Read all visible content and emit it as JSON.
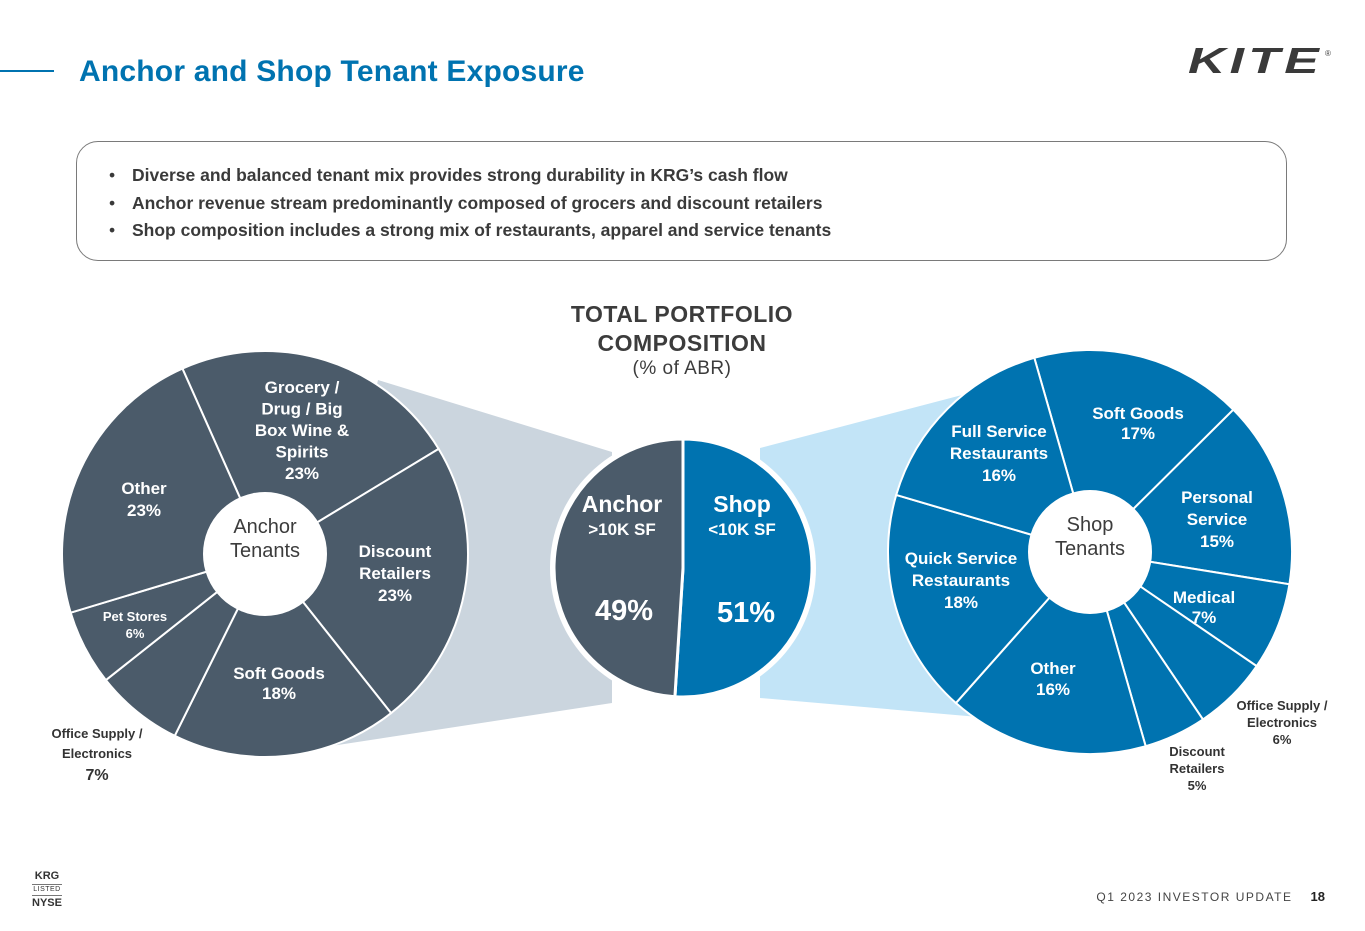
{
  "header": {
    "title": "Anchor and Shop Tenant Exposure",
    "logo_text": "KITE",
    "logo_mark": "®"
  },
  "callout": {
    "bullets": [
      "Diverse and balanced tenant mix provides strong durability in KRG’s cash flow",
      "Anchor revenue stream predominantly composed of grocers and discount retailers",
      "Shop composition includes a strong mix of restaurants, apparel and service tenants"
    ]
  },
  "center_title": {
    "line1": "TOTAL PORTFOLIO",
    "line2": "COMPOSITION",
    "sub": "(% of ABR)"
  },
  "colors": {
    "anchor": "#4b5b6a",
    "shop": "#0073b0",
    "anchor_connector": "#cbd5de",
    "shop_connector": "#c2e4f7",
    "title": "#0073b0",
    "text": "#3c3c3c"
  },
  "chart_data": [
    {
      "type": "pie",
      "id": "total",
      "slices": [
        {
          "name": "Anchor",
          "sublabel": ">10K SF",
          "value": 49,
          "label": "49%",
          "color": "#4b5b6a"
        },
        {
          "name": "Shop",
          "sublabel": "<10K SF",
          "value": 51,
          "label": "51%",
          "color": "#0073b0"
        }
      ]
    },
    {
      "type": "pie",
      "id": "anchor",
      "center_label": [
        "Anchor",
        "Tenants"
      ],
      "slices": [
        {
          "name": "Grocery / Drug / Big Box Wine & Spirits",
          "lines": [
            "Grocery /",
            "Drug / Big",
            "Box Wine &",
            "Spirits"
          ],
          "value": 23,
          "label": "23%"
        },
        {
          "name": "Discount Retailers",
          "lines": [
            "Discount",
            "Retailers"
          ],
          "value": 23,
          "label": "23%"
        },
        {
          "name": "Soft Goods",
          "lines": [
            "Soft Goods"
          ],
          "value": 18,
          "label": "18%"
        },
        {
          "name": "Office Supply / Electronics",
          "lines": [
            "Office Supply /",
            "Electronics"
          ],
          "value": 7,
          "label": "7%",
          "outside": true
        },
        {
          "name": "Pet Stores",
          "lines": [
            "Pet Stores"
          ],
          "value": 6,
          "label": "6%"
        },
        {
          "name": "Other",
          "lines": [
            "Other"
          ],
          "value": 23,
          "label": "23%"
        }
      ]
    },
    {
      "type": "pie",
      "id": "shop",
      "center_label": [
        "Shop",
        "Tenants"
      ],
      "slices": [
        {
          "name": "Soft Goods",
          "lines": [
            "Soft Goods"
          ],
          "value": 17,
          "label": "17%"
        },
        {
          "name": "Personal Service",
          "lines": [
            "Personal",
            "Service"
          ],
          "value": 15,
          "label": "15%"
        },
        {
          "name": "Medical",
          "lines": [
            "Medical"
          ],
          "value": 7,
          "label": "7%"
        },
        {
          "name": "Office Supply / Electronics",
          "lines": [
            "Office Supply /",
            "Electronics"
          ],
          "value": 6,
          "label": "6%",
          "outside": true
        },
        {
          "name": "Discount Retailers",
          "lines": [
            "Discount",
            "Retailers"
          ],
          "value": 5,
          "label": "5%",
          "outside": true
        },
        {
          "name": "Other",
          "lines": [
            "Other"
          ],
          "value": 16,
          "label": "16%"
        },
        {
          "name": "Quick Service Restaurants",
          "lines": [
            "Quick Service",
            "Restaurants"
          ],
          "value": 18,
          "label": "18%"
        },
        {
          "name": "Full Service Restaurants",
          "lines": [
            "Full Service",
            "Restaurants"
          ],
          "value": 16,
          "label": "16%"
        }
      ]
    }
  ],
  "footer": {
    "ticker": "KRG",
    "listed": "LISTED",
    "exchange": "NYSE",
    "doc": "Q1 2023 INVESTOR UPDATE",
    "page": "18"
  }
}
